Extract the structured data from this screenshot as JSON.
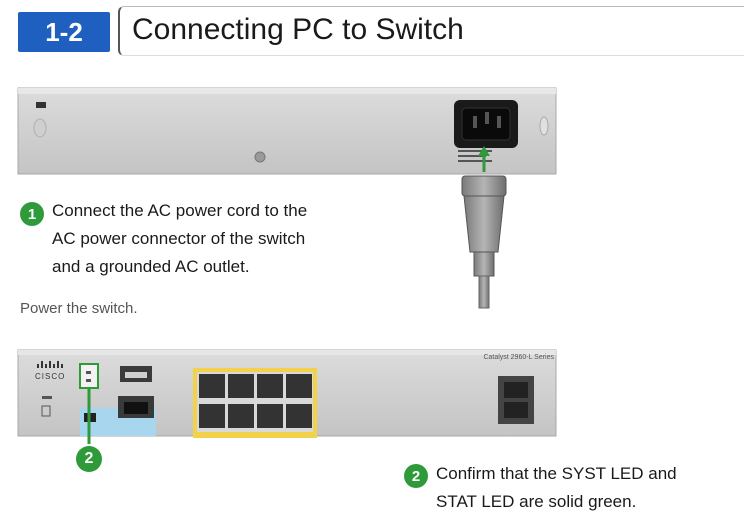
{
  "header": {
    "badge": "1-2",
    "title": "Connecting PC to Switch"
  },
  "step1": {
    "number": "1",
    "lines": [
      "Connect the AC power cord to the",
      "AC power connector of the switch",
      "and a grounded AC outlet."
    ]
  },
  "note": "Power the switch.",
  "step2": {
    "number": "2",
    "lines": [
      "Confirm that the SYST LED and",
      "STAT LED are solid green."
    ]
  },
  "callout2": {
    "number": "2"
  },
  "switch_front": {
    "brand": "cisco",
    "model": "Catalyst 2960-L Series"
  },
  "colors": {
    "accent_blue": "#1f5fbf",
    "step_green": "#2e9a3a",
    "port_yellow": "#f2d24a",
    "console_blue": "#a9d6ef"
  }
}
